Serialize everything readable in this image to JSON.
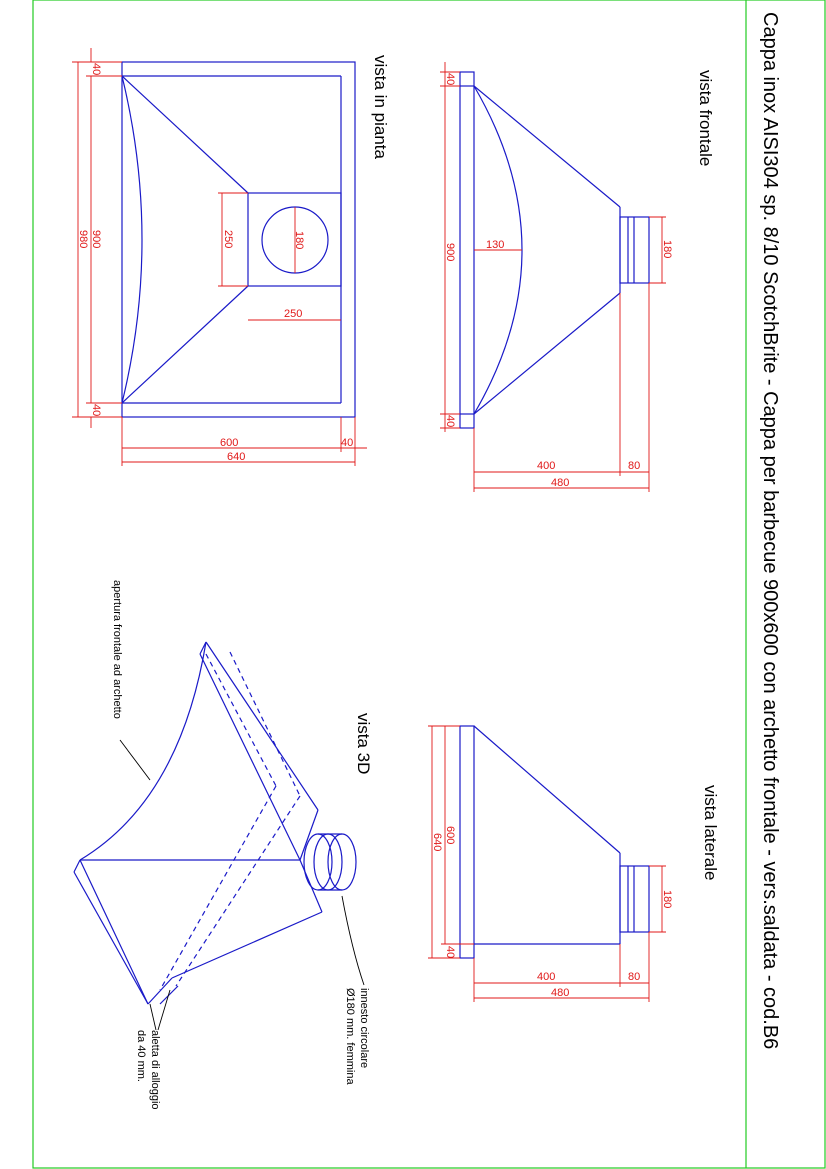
{
  "title": "Cappa inox AISI304 sp. 8/10 ScotchBrite - Cappa per barbecue 900x600 con archetto frontale - vers.saldata - cod.B6",
  "views": {
    "frontale": "vista frontale",
    "pianta": "vista in pianta",
    "laterale": "vista laterale",
    "v3d": "vista 3D"
  },
  "notes": {
    "apertura": "apertura frontale ad archetto",
    "innesto_1": "innesto circolare",
    "innesto_2": "Ø180 mm. femmina",
    "aletta_1": "aletta di alloggio",
    "aletta_2": "da 40 mm."
  },
  "dims": {
    "d40": "40",
    "d900": "900",
    "d980": "980",
    "d250": "250",
    "d180": "180",
    "d130": "130",
    "d600": "600",
    "d640": "640",
    "d400": "400",
    "d80": "80",
    "d480": "480"
  },
  "colors": {
    "drawing": "#1a1ac8",
    "dimensions": "#e01818",
    "border": "#22cc22"
  }
}
